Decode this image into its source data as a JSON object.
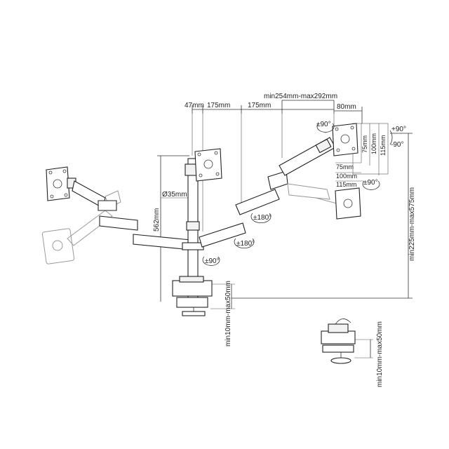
{
  "dimensions": {
    "d_47": "47mm",
    "d_175_a": "175mm",
    "d_175_b": "175mm",
    "d_stroke": "min254mm-max292mm",
    "d_80": "80mm",
    "d_75": "75mm",
    "d_100_h": "100mm",
    "d_115_h": "115mm",
    "d_75_v": "75mm",
    "d_100_v": "100mm",
    "d_115_v": "115mm",
    "d_35": "Ø35mm",
    "d_562": "562mm",
    "d_height": "min225mm-max575mm",
    "d_clamp_1": "min10mm-max50mm",
    "d_clamp_2": "min10mm-max50mm"
  },
  "angles": {
    "tilt_up": "+90°",
    "tilt_down": "-90°",
    "swivel_90_top": "±90°",
    "swivel_90_right": "±90°",
    "swivel_90_base": "±90°",
    "rotate_180_right": "±180°",
    "rotate_180_center": "±180°"
  }
}
